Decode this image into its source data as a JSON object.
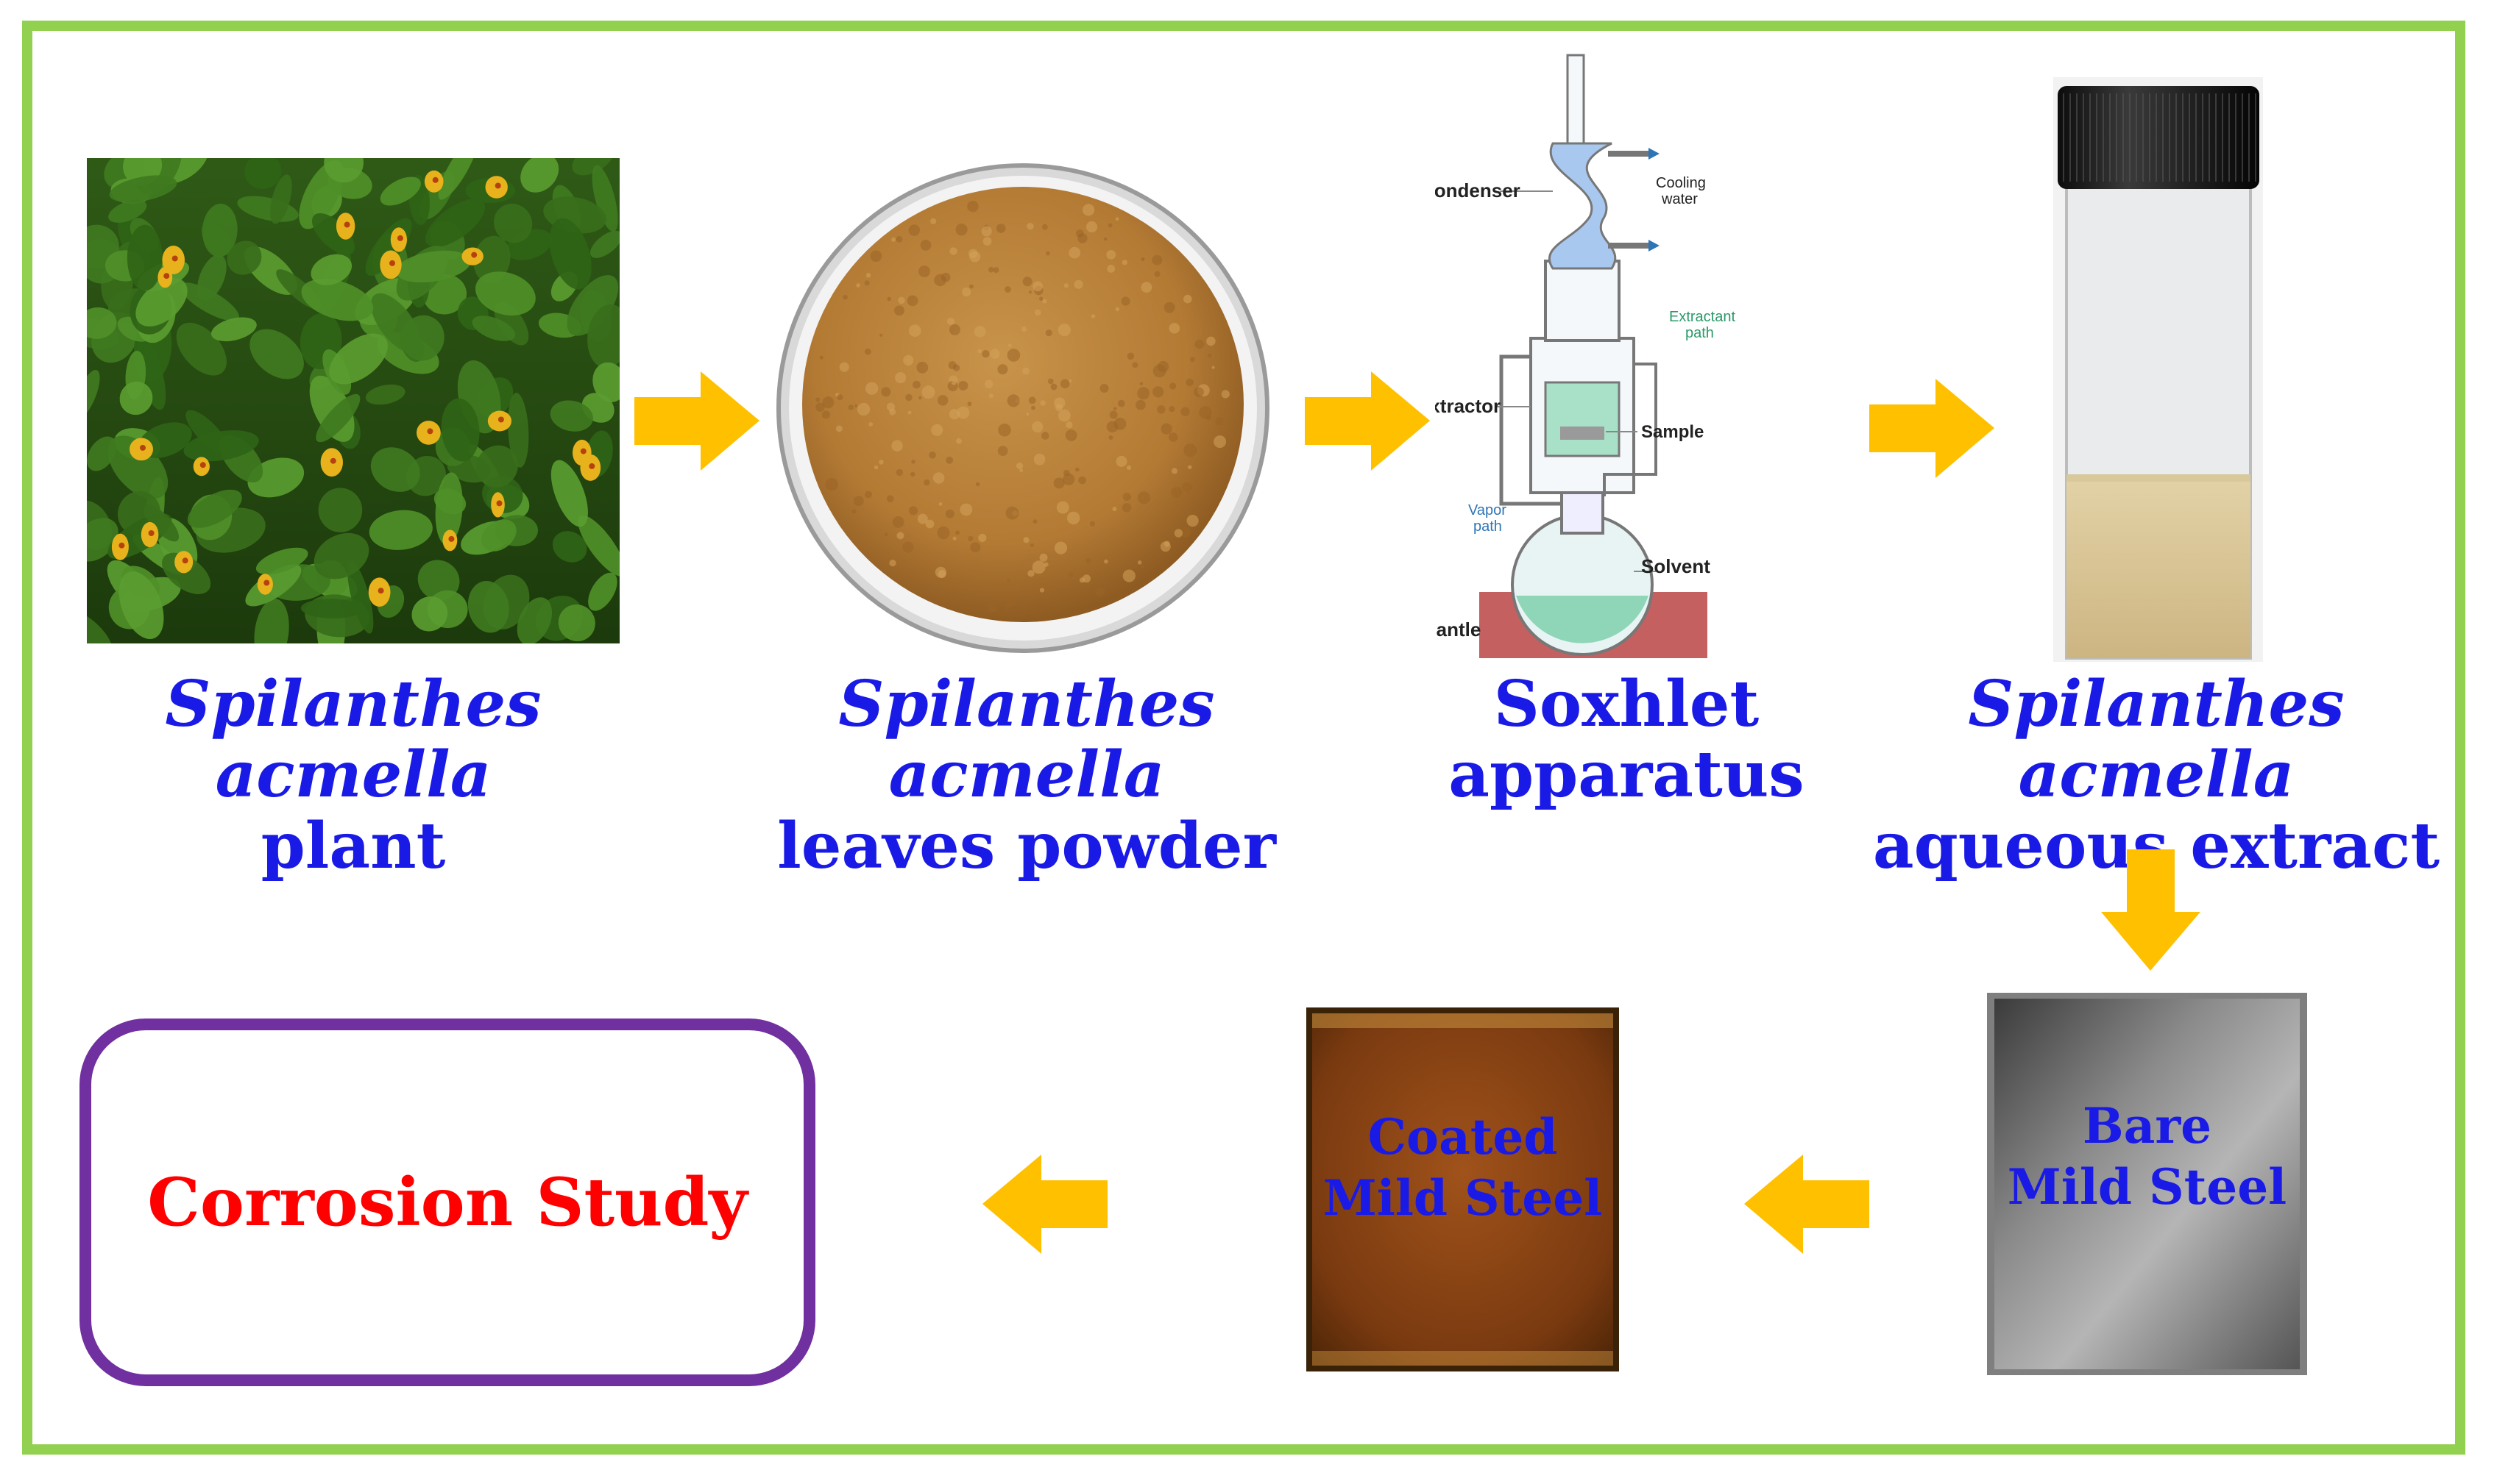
{
  "colors": {
    "frame": "#92d050",
    "arrow": "#ffc000",
    "caption": "#1a1ae6",
    "result_border": "#7030a0",
    "result_text": "#ff0000"
  },
  "steps": [
    {
      "line1": "Spilanthes  acmella",
      "line2": "plant"
    },
    {
      "line1": "Spilanthes  acmella",
      "line2": "leaves powder"
    },
    {
      "line1": "Soxhlet",
      "line2": "apparatus"
    },
    {
      "line1": "Spilanthes  acmella",
      "line2": "aqueous extract"
    }
  ],
  "soxhlet_labels": {
    "condenser": "Condenser",
    "cooling_water_1": "Cooling",
    "cooling_water_2": "water",
    "extractant_path_1": "Extractant",
    "extractant_path_2": "path",
    "extractor": "Extractor",
    "sample": "Sample",
    "vapor_path_1": "Vapor",
    "vapor_path_2": "path",
    "solvent": "Solvent",
    "mantle": "Mantle"
  },
  "plates": {
    "bare_line1": "Bare",
    "bare_line2": "Mild Steel",
    "coated_line1": "Coated",
    "coated_line2": "Mild Steel"
  },
  "result": "Corrosion  Study",
  "icons": [
    "arrow-right-icon",
    "arrow-down-icon",
    "arrow-left-icon"
  ]
}
